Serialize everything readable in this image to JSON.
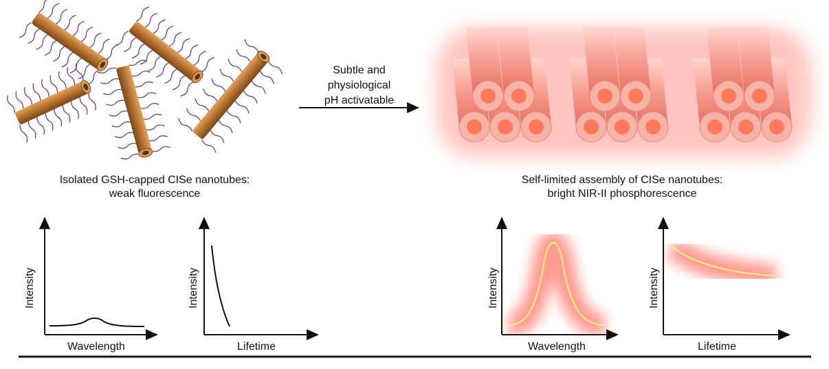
{
  "arrow": {
    "lines": [
      "Subtle and",
      "physiological",
      "pH activatable"
    ]
  },
  "left": {
    "caption": [
      "Isolated GSH-capped CISe nanotubes:",
      "weak fluorescence"
    ]
  },
  "right": {
    "caption": [
      "Self-limited assembly of CISe nanotubes:",
      "bright NIR-II phosphorescence"
    ]
  },
  "plots": [
    {
      "ylabel": "Intensity",
      "xlabel": "Wavelength"
    },
    {
      "ylabel": "Intensity",
      "xlabel": "Lifetime"
    },
    {
      "ylabel": "Intensity",
      "xlabel": "Wavelength"
    },
    {
      "ylabel": "Intensity",
      "xlabel": "Lifetime"
    }
  ],
  "colors": {
    "tube": "#b9783a",
    "ligand": "#6a3d8f",
    "glow": "#ff4a3a",
    "curve_bright": "#fff27a"
  }
}
